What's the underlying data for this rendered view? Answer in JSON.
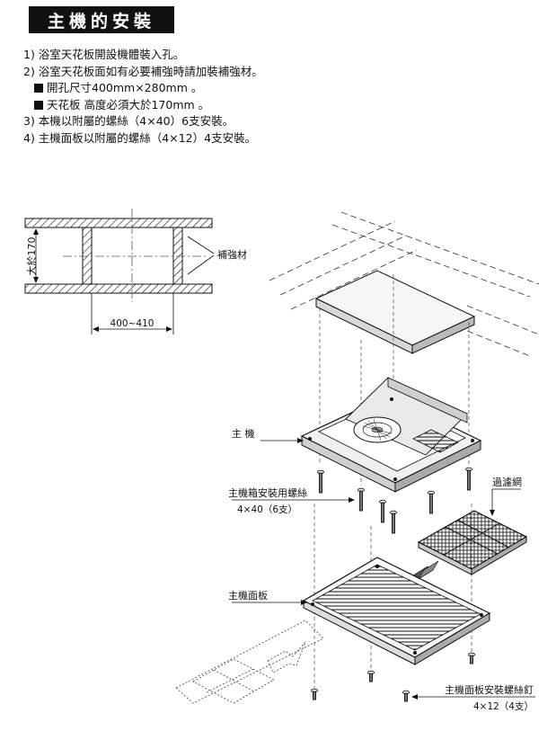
{
  "title": "主機的安裝",
  "steps": [
    {
      "text": "1) 浴室天花板開設機體裝入孔。"
    },
    {
      "text": "2) 浴室天花板面如有必要補強時請加裝補強材。"
    },
    {
      "text": "開孔尺寸400mm×280mm 。",
      "bullet": true
    },
    {
      "text": "天花板 高度必須大於170mm 。",
      "bullet": true
    },
    {
      "text": "3) 本機以附屬的螺絲（4×40）6支安裝。"
    },
    {
      "text": "4) 主機面板以附屬的螺絲（4×12）4支安裝。"
    }
  ],
  "diagram": {
    "height_label": "大於170",
    "reinforce_label": "補強材",
    "width_label": "400~410",
    "main_unit_label": "主  機",
    "box_screw_label": "主機箱安裝用螺絲",
    "box_screw_spec": "4×40（6支）",
    "filter_label": "過濾網",
    "panel_label": "主機面板",
    "panel_screw_label": "主機面板安裝螺絲釘",
    "panel_screw_spec": "4×12（4支）"
  }
}
